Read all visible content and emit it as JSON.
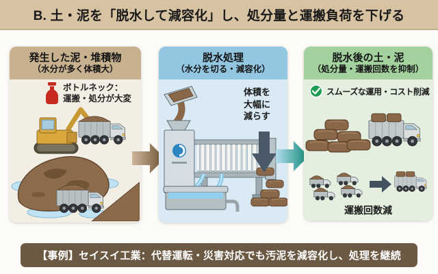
{
  "title": "B. 土・泥を「脱水して減容化」し、処分量と運搬負荷を下げる",
  "panels": {
    "before": {
      "header1": "発生した泥・堆積物",
      "header2": "（水分が多く体積大）",
      "bottleneck1": "ボトルネック：",
      "bottleneck2": "運搬・処分が大変"
    },
    "process": {
      "header1": "脱水処理",
      "header2": "（水分を切る・減容化）",
      "volume_note": "体積を\n大幅に\n減らす"
    },
    "after": {
      "header1": "脱水後の土・泥",
      "header2": "（処分量・運搬回数を抑制）",
      "benefit": "スムーズな運用・コスト削減",
      "trips_note": "運搬回数減",
      "truck_count_before": 4,
      "truck_count_after": 1
    }
  },
  "footer": "【事例】セイスイ工業：代替運転・災害対応でも汚泥を減容化し、処理を継続",
  "icons": {
    "bottleneck": "bottle-icon",
    "benefit": "check-circle-icon",
    "flow_left": "brown-right-arrow-icon",
    "flow_right": "teal-right-arrow-icon",
    "volume": "down-arrow-icon",
    "before_scene": [
      "excavator-icon",
      "dump-truck-icon",
      "mud-pile-icon",
      "puddle-icon"
    ],
    "process_scene": [
      "hopper-icon",
      "filter-press-icon",
      "water-basin-icon",
      "soil-cake-icon"
    ],
    "after_scene": [
      "soil-cake-pile-icon",
      "dump-truck-icon",
      "truck-fleet-icon"
    ]
  },
  "colors": {
    "title_bg": "#d7c2a2",
    "before_header": "#c8b18f",
    "before_body": "#f3eee3",
    "process_header": "#92c6e1",
    "process_body": "#d9eaf4",
    "after_header": "#a3d29f",
    "after_body": "#e4efdf",
    "footer_bg": "#6b5943",
    "bottleneck_red": "#c62a20",
    "check_green": "#1f9d55",
    "arrow_brown": "#6a5134",
    "arrow_teal": "#108a75",
    "volume_arrow": "#4a5968",
    "mud_brown": "#8a6a4a",
    "water_blue": "#93d0ef"
  }
}
